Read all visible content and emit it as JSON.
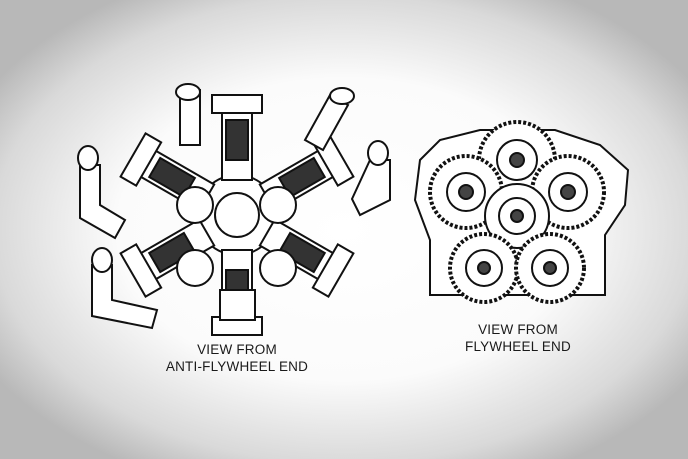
{
  "views": [
    {
      "line1": "VIEW FROM",
      "line2": "ANTI-FLYWHEEL END"
    },
    {
      "line1": "VIEW FROM",
      "line2": "FLYWHEEL END"
    }
  ]
}
